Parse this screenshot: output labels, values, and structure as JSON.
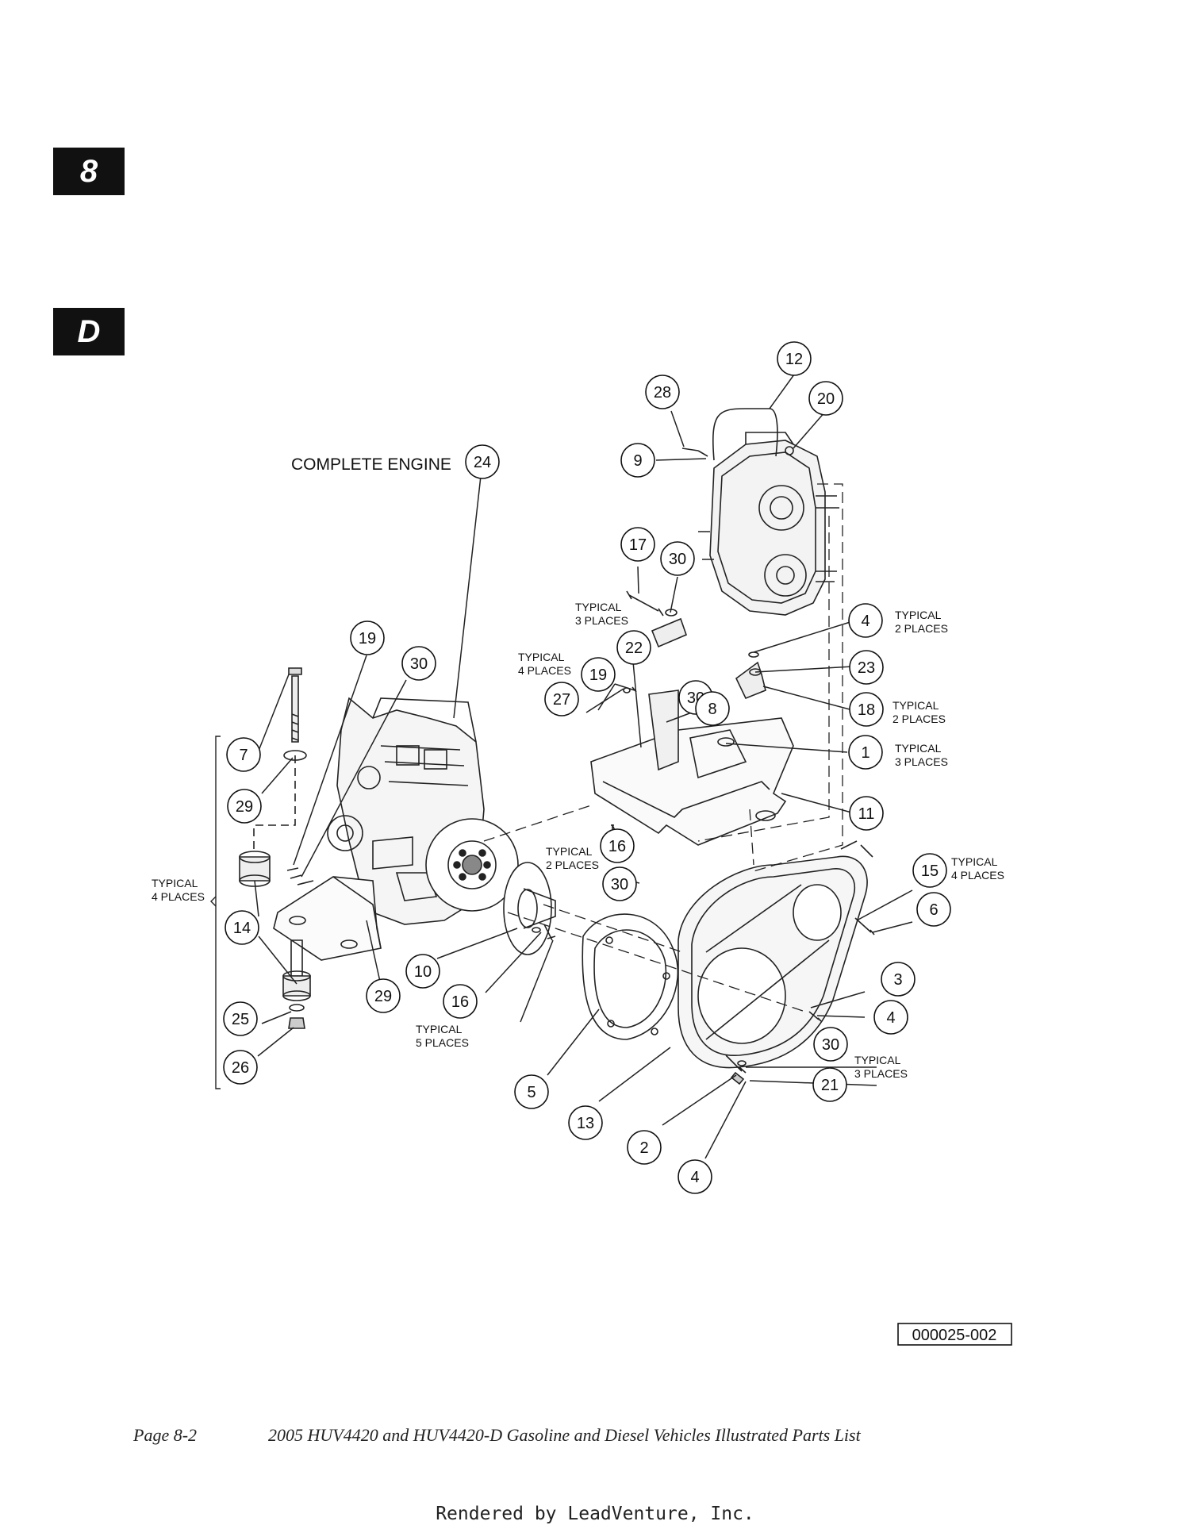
{
  "side_tabs": [
    "8",
    "D"
  ],
  "title_label": "COMPLETE ENGINE",
  "drawing_number": "000025-002",
  "footer": {
    "page": "Page 8-2",
    "title": "2005 HUV4420 and HUV4420-D Gasoline and Diesel Vehicles Illustrated Parts List"
  },
  "rendered_by": "Rendered by LeadVenture, Inc.",
  "callouts": [
    "24",
    "12",
    "28",
    "20",
    "9",
    "17",
    "30",
    "4",
    "23",
    "22",
    "19",
    "30",
    "8",
    "18",
    "1",
    "11",
    "19",
    "30",
    "27",
    "7",
    "29",
    "16",
    "30",
    "15",
    "6",
    "14",
    "10",
    "29",
    "16",
    "3",
    "4",
    "25",
    "30",
    "21",
    "26",
    "5",
    "13",
    "2",
    "4"
  ],
  "notes": [
    "TYPICAL\n3 PLACES",
    "TYPICAL\n2 PLACES",
    "TYPICAL\n4 PLACES",
    "TYPICAL\n2 PLACES",
    "TYPICAL\n3 PLACES",
    "TYPICAL\n2 PLACES",
    "TYPICAL\n4 PLACES",
    "TYPICAL\n4 PLACES",
    "TYPICAL\n5 PLACES",
    "TYPICAL\n3 PLACES"
  ]
}
